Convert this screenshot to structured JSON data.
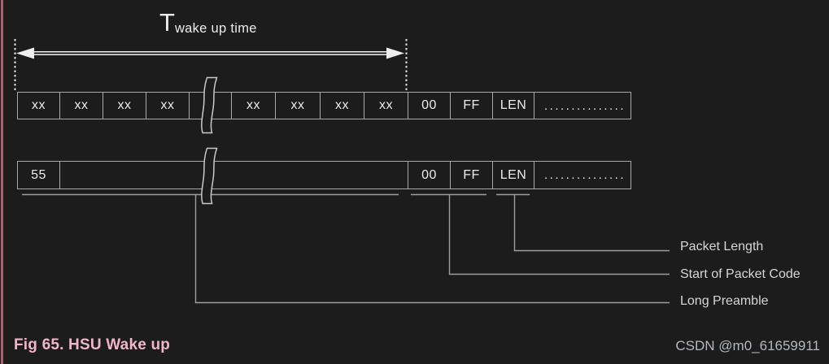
{
  "figure": {
    "timing_label": {
      "symbol": "T",
      "subscript": "wake up time"
    },
    "row1": {
      "cells": [
        "xx",
        "xx",
        "xx",
        "xx",
        "",
        "xx",
        "xx",
        "xx",
        "xx",
        "00",
        "FF",
        "LEN",
        "..............."
      ]
    },
    "row2": {
      "preamble": "55",
      "long_box": "",
      "cells": [
        "00",
        "FF",
        "LEN",
        "..............."
      ]
    },
    "annotations": {
      "packet_length": "Packet Length",
      "start_of_packet_code": "Start of Packet Code",
      "long_preamble": "Long Preamble"
    },
    "caption": "Fig 65. HSU Wake up",
    "watermark": "CSDN @m0_61659911",
    "colors": {
      "background": "#1c1c1d",
      "box_line": "#a9a9a9",
      "bracket_line": "#9e9e9e",
      "arrow_white": "#efefef",
      "text": "#ececec",
      "caption_pink": "#f0b5c9",
      "left_border_pink": "#a5616e",
      "watermark_gray": "#b4b8bc"
    }
  }
}
